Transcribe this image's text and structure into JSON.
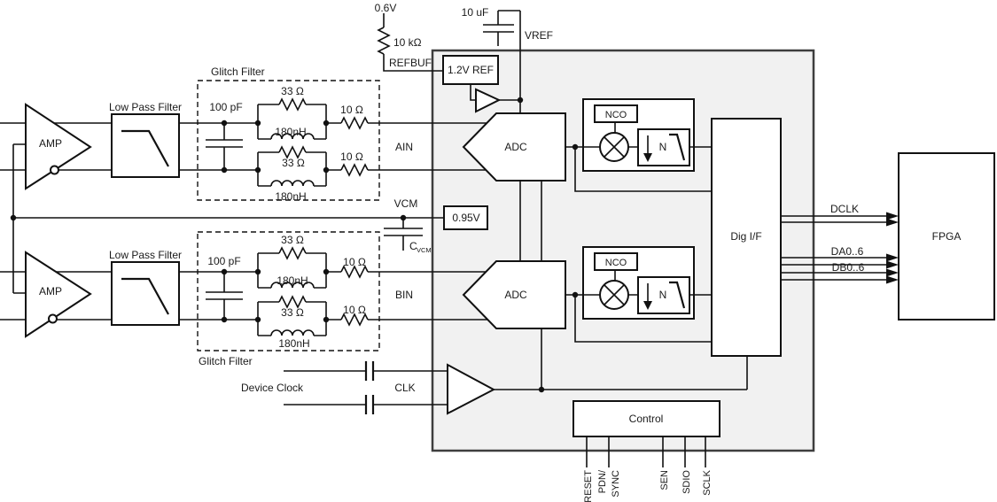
{
  "ref": {
    "supply": "0.6V",
    "resistor": "10 kΩ",
    "pin": "REFBUF",
    "cap": "10 uF",
    "vref": "VREF",
    "block": "1.2V REF"
  },
  "cha": {
    "glitch": "Glitch Filter",
    "lpf": "Low Pass Filter",
    "amp": "AMP",
    "cap": "100 pF",
    "r1": "33 Ω",
    "l1": "180nH",
    "r2": "10 Ω",
    "r3": "33 Ω",
    "l2": "180nH",
    "r4": "10 Ω",
    "pin": "AIN",
    "adc": "ADC",
    "nco": "NCO",
    "n": "N"
  },
  "chb": {
    "glitch": "Glitch Filter",
    "lpf": "Low Pass Filter",
    "amp": "AMP",
    "cap": "100 pF",
    "r1": "33 Ω",
    "l1": "180nH",
    "r2": "10 Ω",
    "r3": "33 Ω",
    "l2": "180nH",
    "r4": "10 Ω",
    "pin": "BIN",
    "adc": "ADC",
    "nco": "NCO",
    "n": "N"
  },
  "vcm": {
    "pin": "VCM",
    "block": "0.95V",
    "cap": "C",
    "cap_sub": "VCM"
  },
  "clk": {
    "label": "Device Clock",
    "pin": "CLK"
  },
  "dig": {
    "block": "Dig I/F",
    "dclk": "DCLK",
    "da": "DA0..6",
    "db": "DB0..6",
    "fpga": "FPGA"
  },
  "ctrl": {
    "block": "Control",
    "pins": [
      "RESET",
      "PDN/",
      "SYNC",
      "SEN",
      "SDIO",
      "SCLK"
    ]
  },
  "colors": {
    "chip_fill": "#f1f1f1",
    "line": "#111111",
    "background": "#ffffff"
  }
}
